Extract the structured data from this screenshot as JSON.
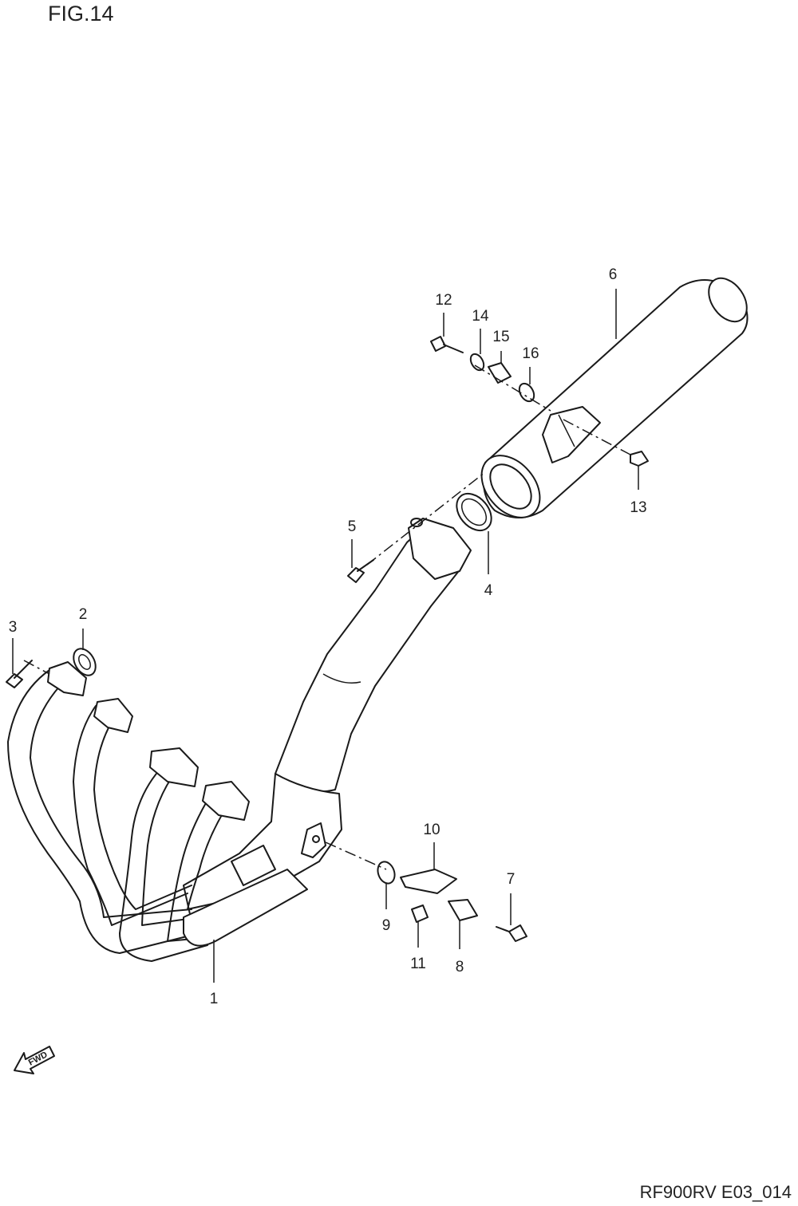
{
  "figure": {
    "title": "FIG.14",
    "code": "RF900RV E03_014",
    "direction_marker": "FWD"
  },
  "callouts": [
    {
      "number": "1",
      "part": "exhaust-pipe-assembly"
    },
    {
      "number": "2",
      "part": "gasket"
    },
    {
      "number": "3",
      "part": "bolt"
    },
    {
      "number": "4",
      "part": "connector-gasket"
    },
    {
      "number": "5",
      "part": "clamp-bolt"
    },
    {
      "number": "6",
      "part": "muffler"
    },
    {
      "number": "7",
      "part": "bolt"
    },
    {
      "number": "8",
      "part": "cushion"
    },
    {
      "number": "9",
      "part": "washer"
    },
    {
      "number": "10",
      "part": "bracket"
    },
    {
      "number": "11",
      "part": "nut"
    },
    {
      "number": "12",
      "part": "bolt"
    },
    {
      "number": "13",
      "part": "nut"
    },
    {
      "number": "14",
      "part": "washer"
    },
    {
      "number": "15",
      "part": "cushion"
    },
    {
      "number": "16",
      "part": "washer"
    }
  ]
}
